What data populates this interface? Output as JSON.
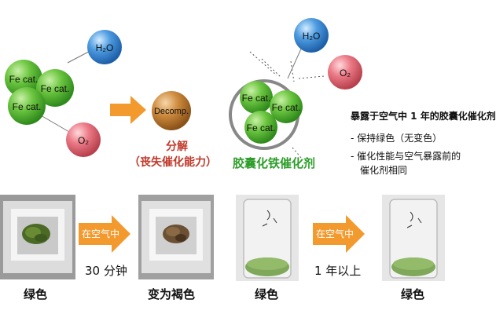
{
  "molecules": {
    "catalyst": "Fe cat.",
    "water": "H₂O",
    "oxygen": "O₂",
    "decomp": "Decomp."
  },
  "top_left": {
    "result_line1": "分解",
    "result_line2": "（丧失催化能力）"
  },
  "top_right": {
    "caption": "胶囊化铁催化剂"
  },
  "notes": {
    "title": "暴露于空气中 1 年的胶囊化催化剂",
    "items": [
      "- 保持绿色（无变色）",
      "- 催化性能与空气暴露前的",
      "催化剂相同"
    ]
  },
  "bottom": {
    "arrow1_label": "在空气中",
    "arrow1_time": "30 分钟",
    "arrow2_label": "在空气中",
    "arrow2_time": "1 年以上",
    "photo_labels": [
      "绿色",
      "变为褐色",
      "绿色",
      "绿色"
    ]
  },
  "colors": {
    "green_sphere": "#5cbf3a",
    "blue_sphere": "#3b8fd8",
    "pink_sphere": "#e9737f",
    "orange_sphere": "#c8853a",
    "arrow_orange": "#f29a2e",
    "caption_red": "#c0392b",
    "caption_green": "#2e9d2a"
  }
}
